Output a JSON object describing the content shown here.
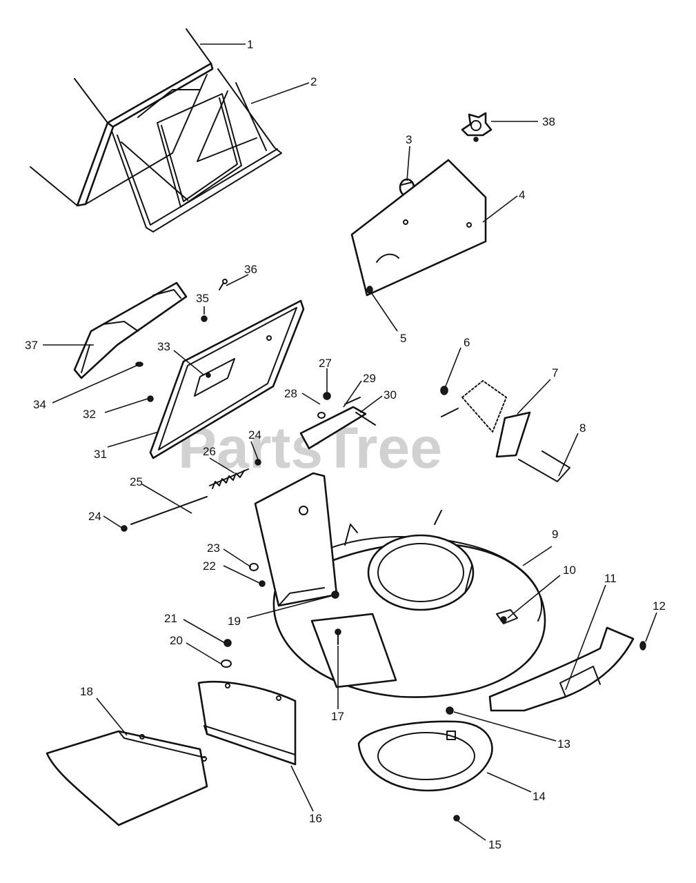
{
  "watermark": "PartsTree",
  "callouts": [
    {
      "id": "1",
      "label": "1"
    },
    {
      "id": "2",
      "label": "2"
    },
    {
      "id": "3",
      "label": "3"
    },
    {
      "id": "4",
      "label": "4"
    },
    {
      "id": "5",
      "label": "5"
    },
    {
      "id": "6",
      "label": "6"
    },
    {
      "id": "7",
      "label": "7"
    },
    {
      "id": "8",
      "label": "8"
    },
    {
      "id": "9",
      "label": "9"
    },
    {
      "id": "10",
      "label": "10"
    },
    {
      "id": "11",
      "label": "11"
    },
    {
      "id": "12",
      "label": "12"
    },
    {
      "id": "13",
      "label": "13"
    },
    {
      "id": "14",
      "label": "14"
    },
    {
      "id": "15",
      "label": "15"
    },
    {
      "id": "16",
      "label": "16"
    },
    {
      "id": "17",
      "label": "17"
    },
    {
      "id": "18",
      "label": "18"
    },
    {
      "id": "19",
      "label": "19"
    },
    {
      "id": "20",
      "label": "20"
    },
    {
      "id": "21",
      "label": "21"
    },
    {
      "id": "22",
      "label": "22"
    },
    {
      "id": "23",
      "label": "23"
    },
    {
      "id": "24a",
      "label": "24"
    },
    {
      "id": "24b",
      "label": "24"
    },
    {
      "id": "25",
      "label": "25"
    },
    {
      "id": "26",
      "label": "26"
    },
    {
      "id": "27",
      "label": "27"
    },
    {
      "id": "28",
      "label": "28"
    },
    {
      "id": "29",
      "label": "29"
    },
    {
      "id": "30",
      "label": "30"
    },
    {
      "id": "31",
      "label": "31"
    },
    {
      "id": "32",
      "label": "32"
    },
    {
      "id": "33",
      "label": "33"
    },
    {
      "id": "34",
      "label": "34"
    },
    {
      "id": "35",
      "label": "35"
    },
    {
      "id": "36",
      "label": "36"
    },
    {
      "id": "37",
      "label": "37"
    },
    {
      "id": "38",
      "label": "38"
    }
  ]
}
